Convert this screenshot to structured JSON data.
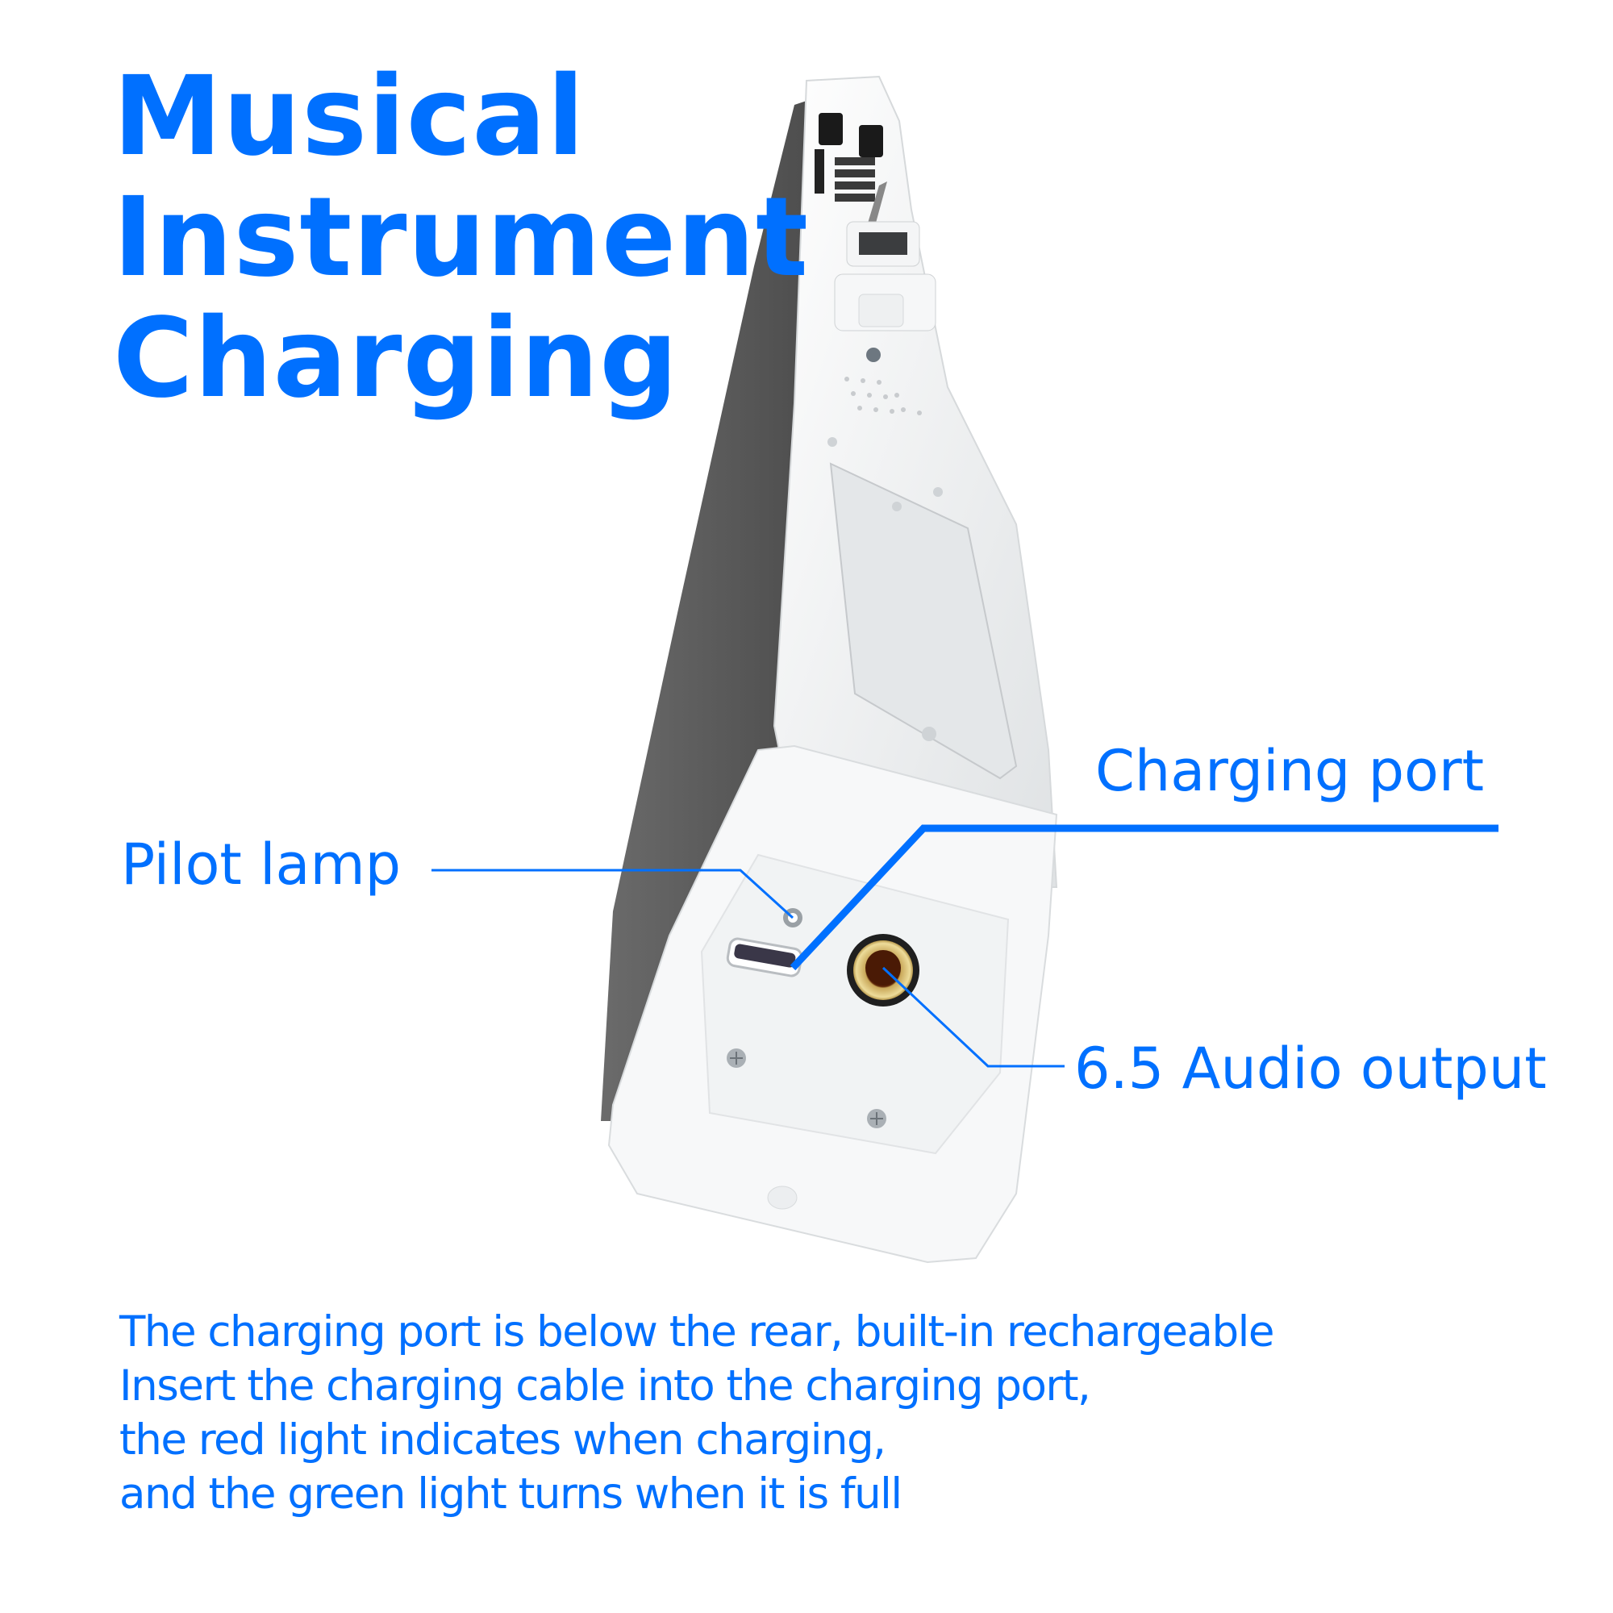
{
  "title": {
    "lines": [
      "Musical",
      "Instrument",
      "Charging"
    ]
  },
  "callouts": {
    "charging_port": "Charging port",
    "pilot_lamp": "Pilot lamp",
    "audio_output": "6.5 Audio output"
  },
  "description": {
    "lines": [
      "The charging port is below the rear, built-in rechargeable",
      "Insert the charging cable into the charging port,",
      "the red light indicates when charging,",
      "and the green light turns when it is full"
    ]
  },
  "colors": {
    "accent": "#0070ff",
    "body_white": "#f2f4f5",
    "grille_gray": "#5d5d5d",
    "jack_gold": "#d8c27a",
    "jack_core": "#4a1a05"
  }
}
